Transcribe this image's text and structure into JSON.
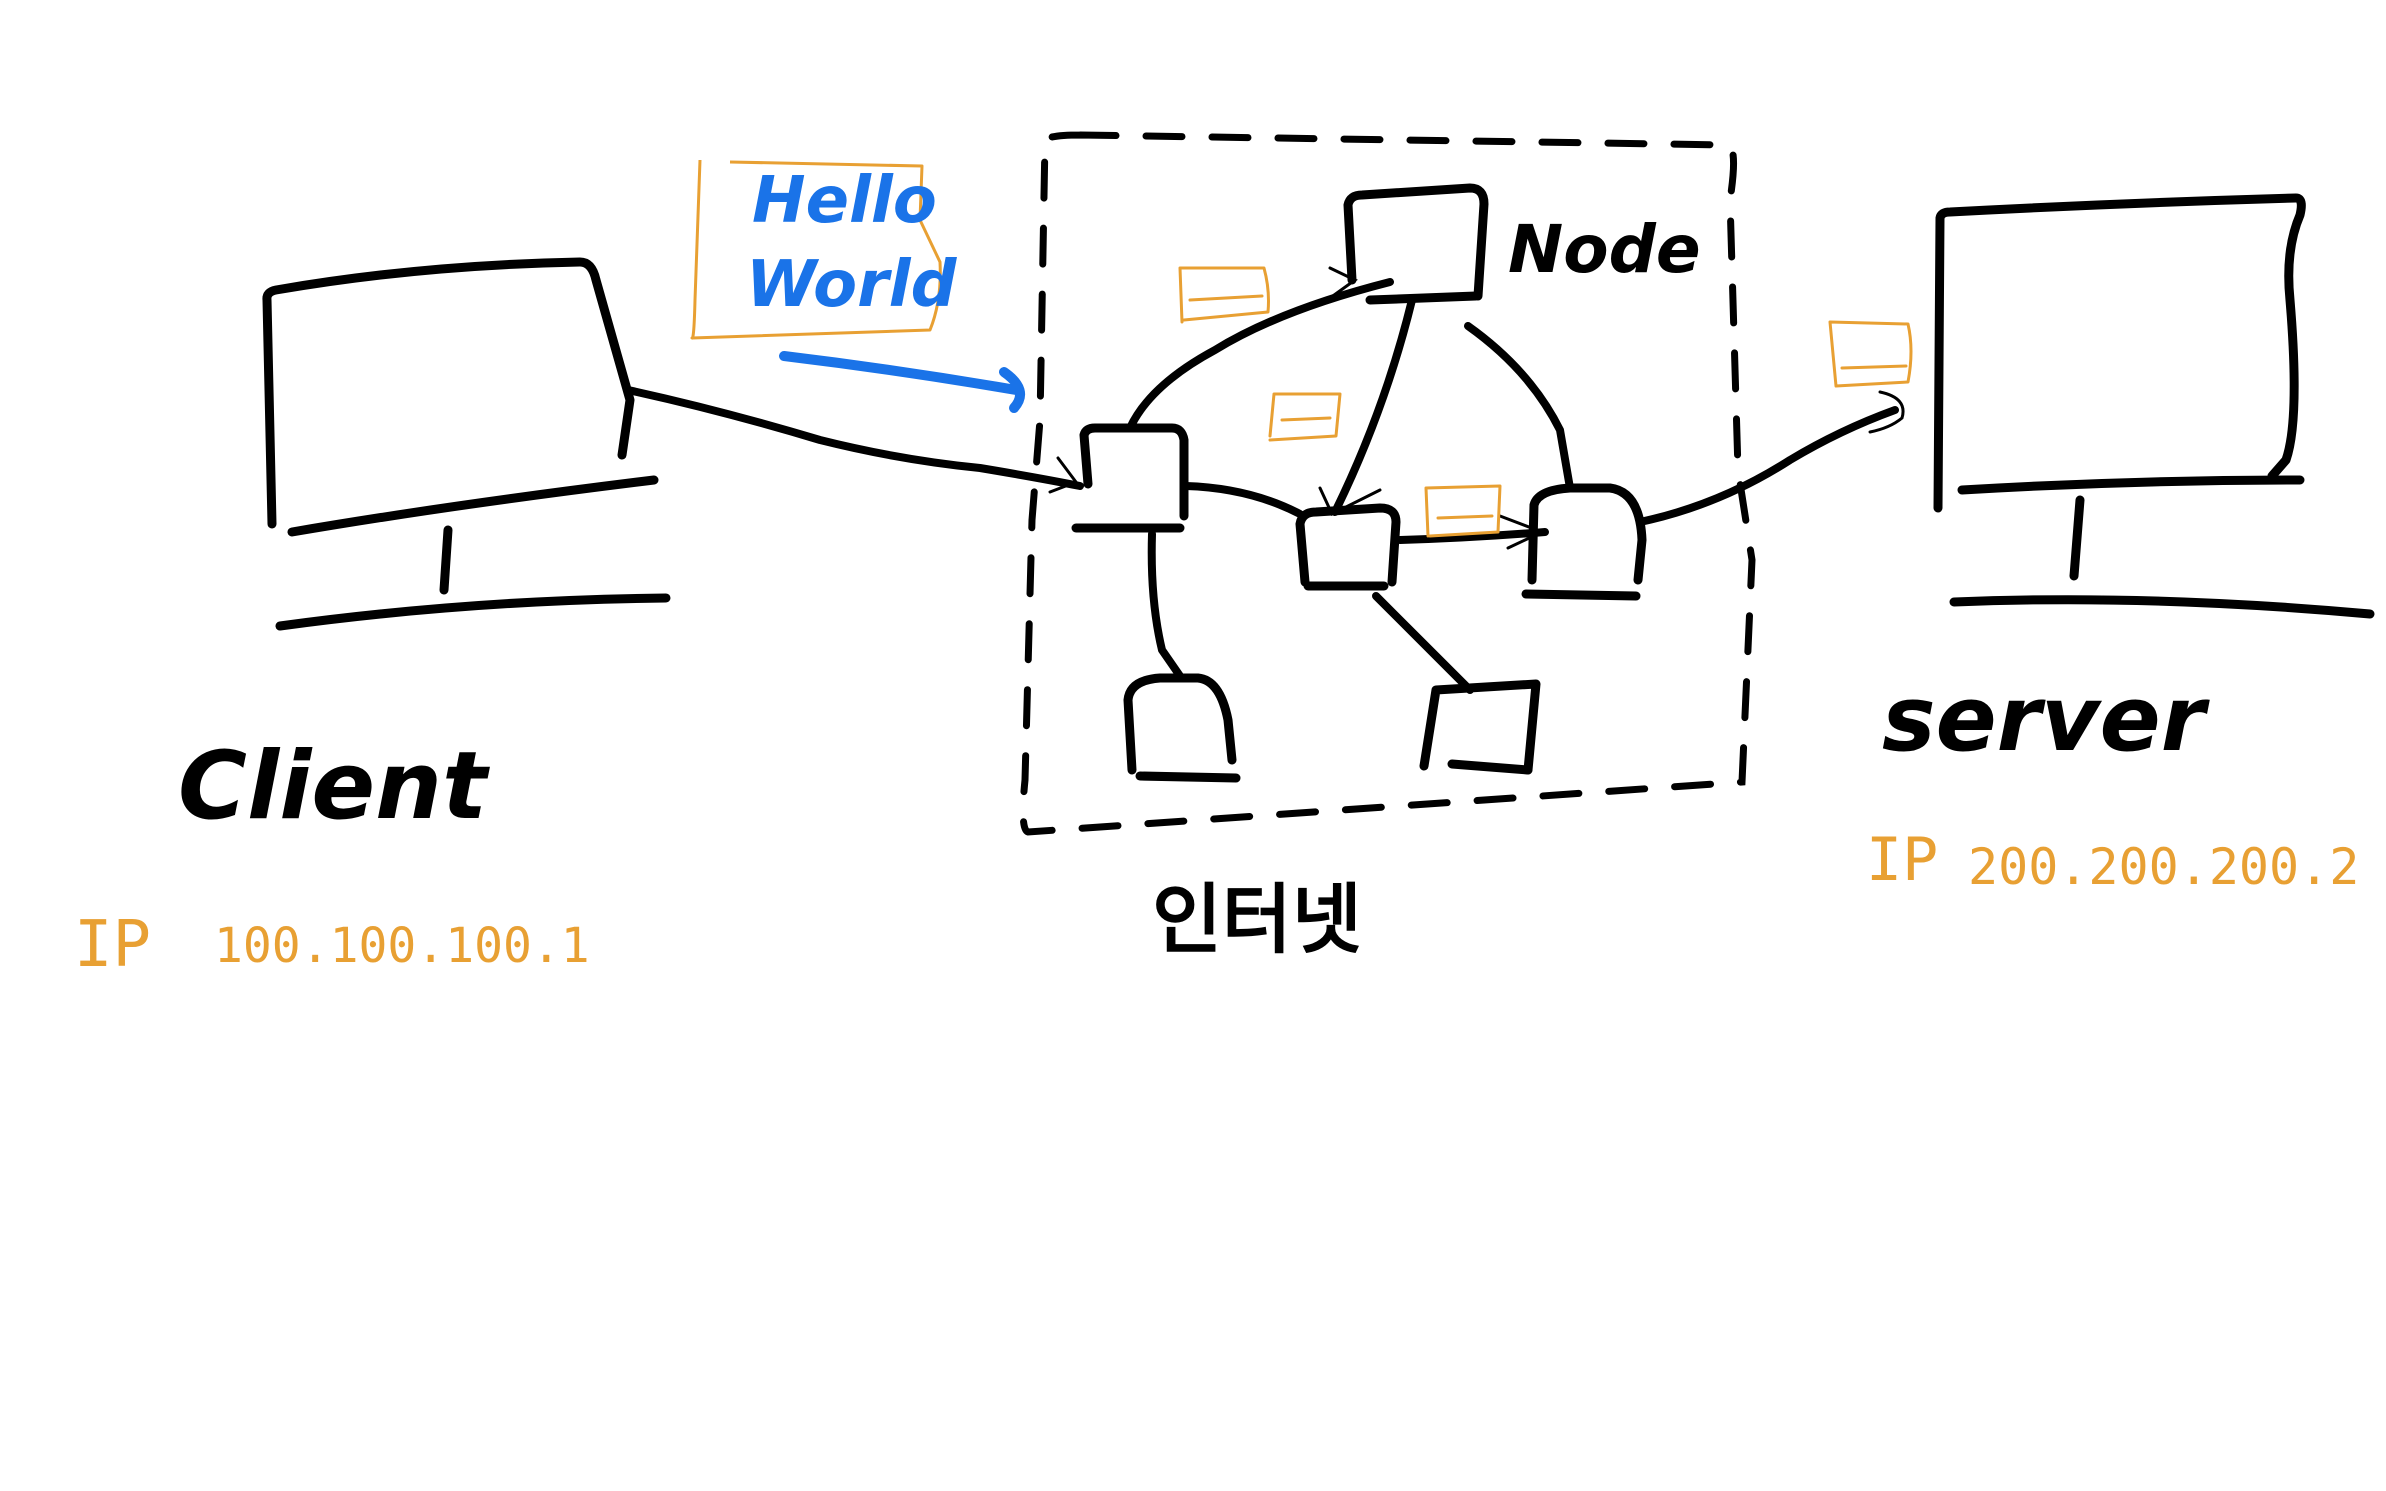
{
  "client": {
    "label": "Client",
    "ip_prefix": "IP",
    "ip_value": "100.100.100.1"
  },
  "server": {
    "label": "server",
    "ip_prefix": "IP",
    "ip_value": "200.200.200.2"
  },
  "internet": {
    "label": "인터넷",
    "node_label": "Node"
  },
  "message": {
    "line1": "Hello",
    "line2": "World"
  },
  "colors": {
    "ink": "#000000",
    "message": "#1a73e8",
    "packet": "#e8a033"
  }
}
